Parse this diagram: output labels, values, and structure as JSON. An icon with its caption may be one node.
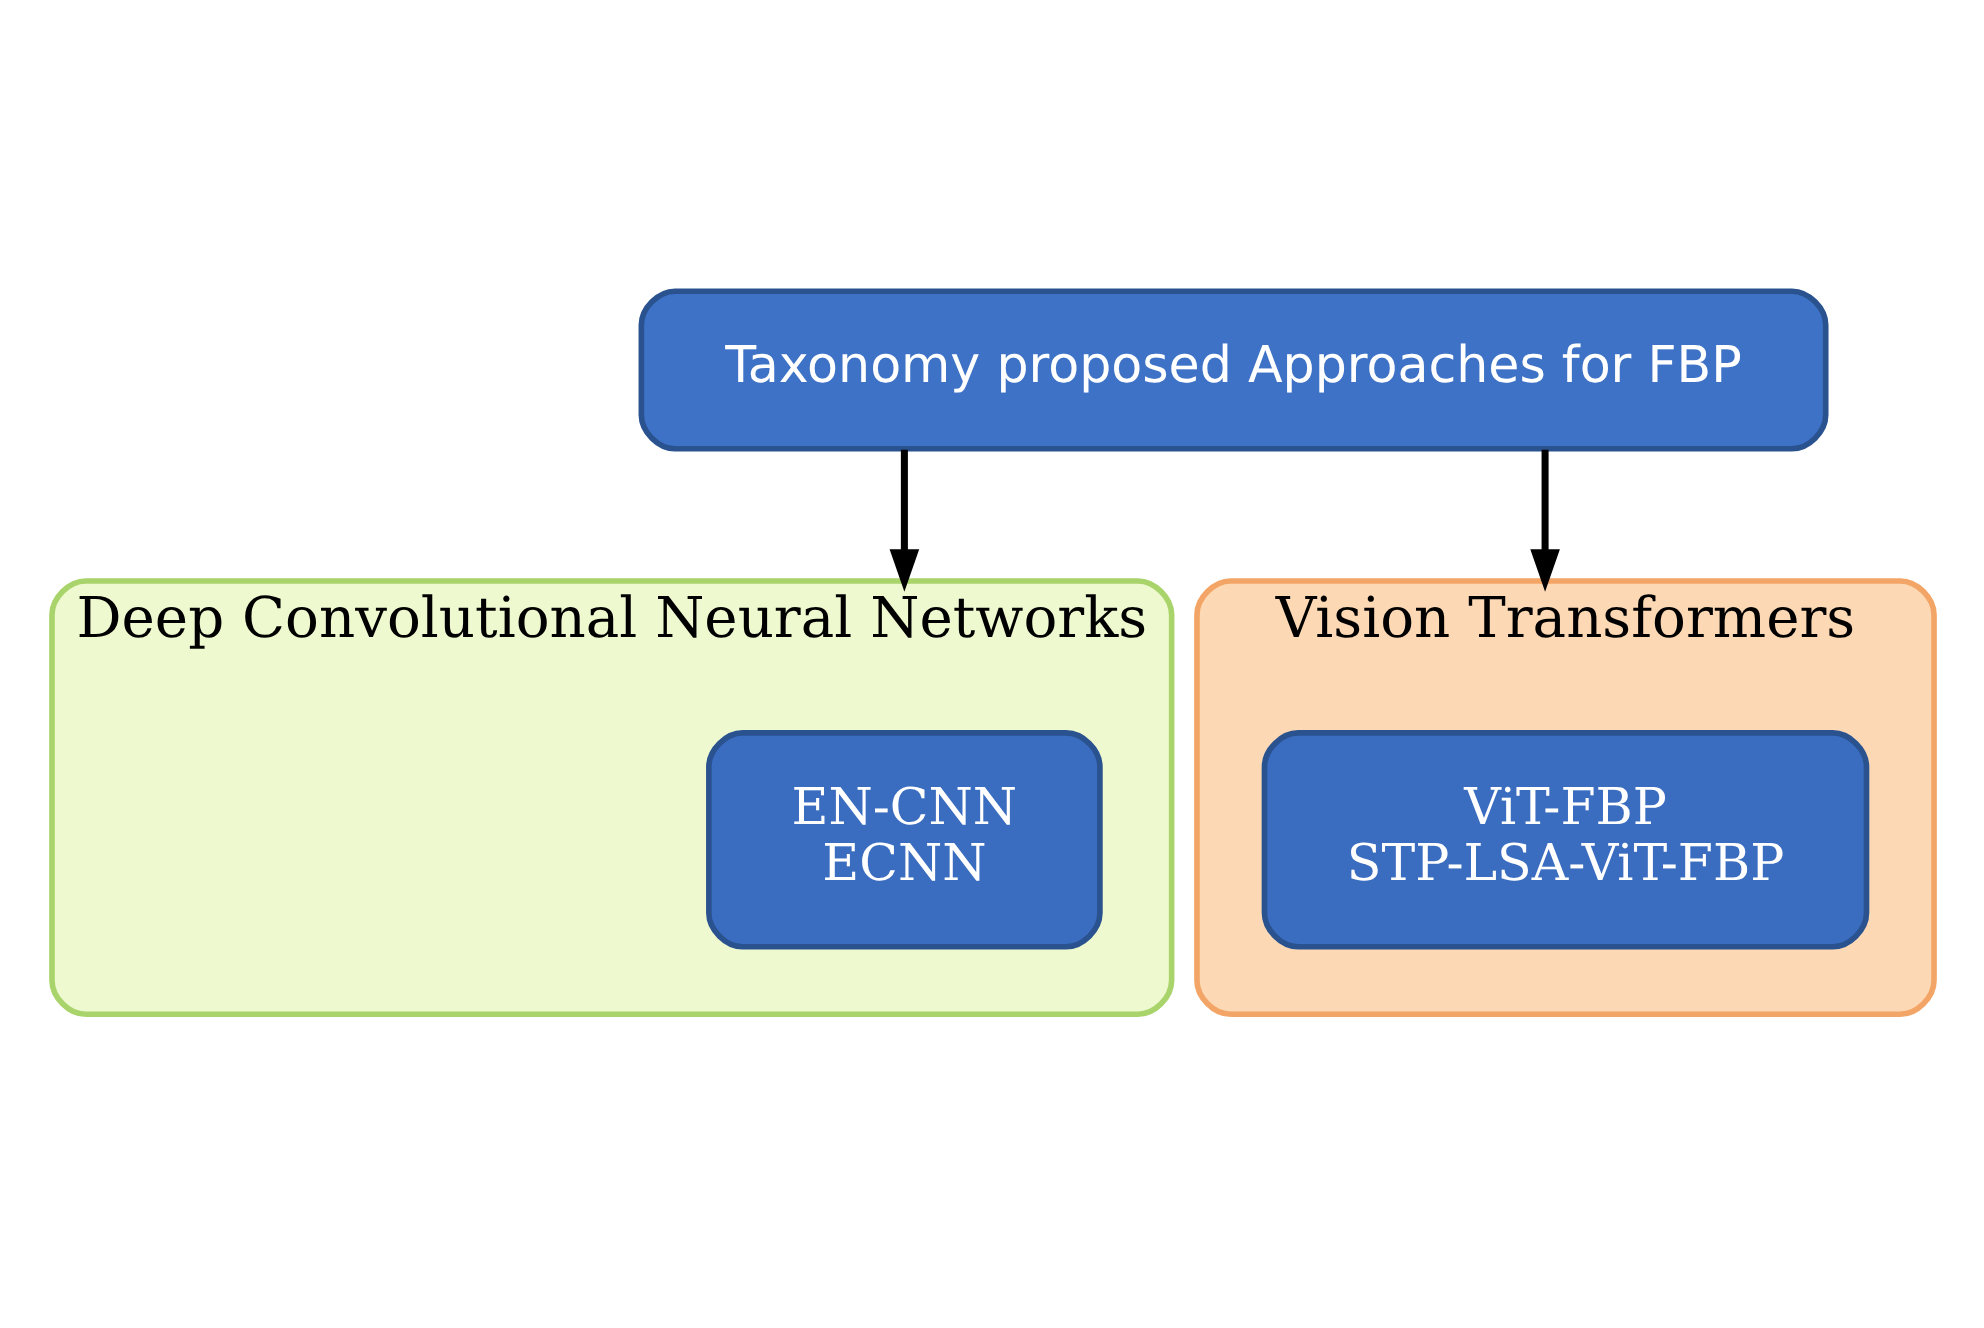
{
  "diagram": {
    "nodes": [
      {
        "text": [
          "Taxonomy proposed Approaches for FBP"
        ]
      },
      {
        "text": [
          "Deep Convolutional Neural Networks"
        ]
      },
      {
        "text": [
          "EN-CNN",
          "ECNN"
        ],
        "in": 1
      },
      {
        "text": [
          "Vision Transformers"
        ]
      },
      {
        "text": [
          "ViT-FBP",
          "STP-LSA-ViT-FBP"
        ],
        "in": 3
      }
    ],
    "edges": [
      {
        "from": 0,
        "to": 1,
        "arrow": "to"
      },
      {
        "from": 0,
        "to": 3,
        "arrow": "to"
      }
    ]
  }
}
